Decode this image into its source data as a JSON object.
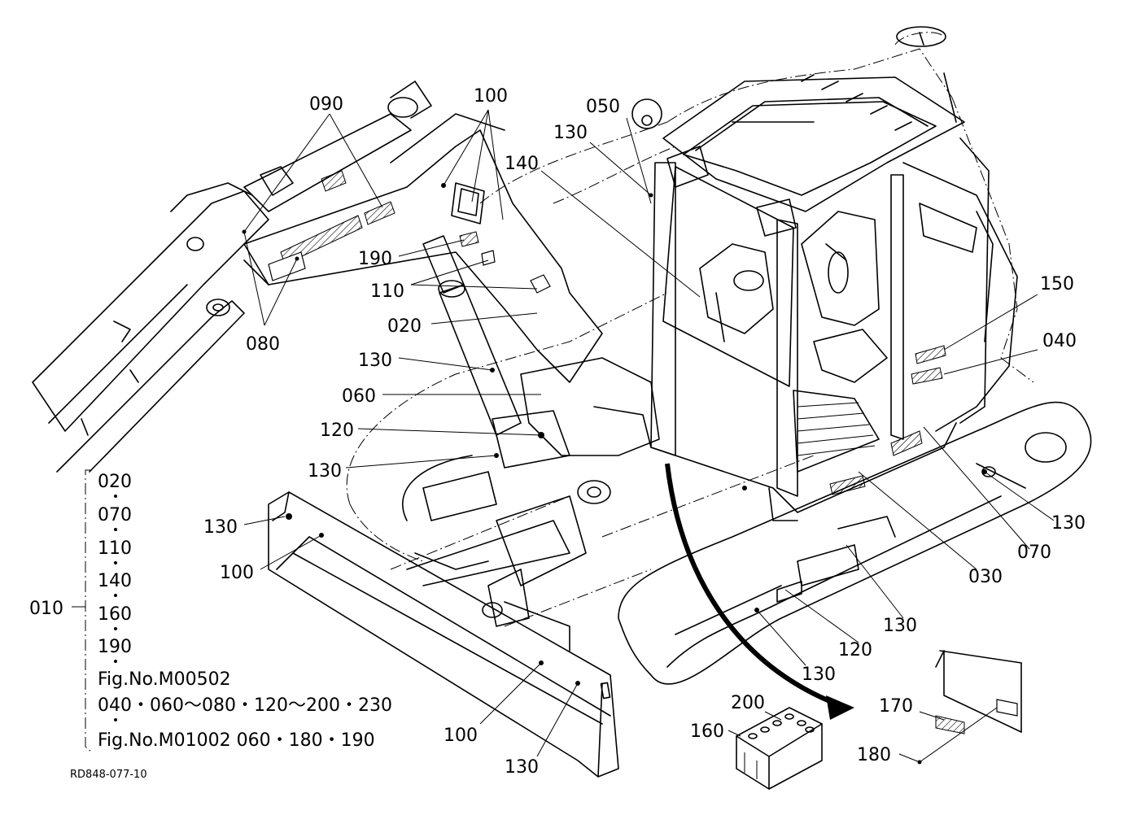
{
  "callouts": {
    "c090": "090",
    "c100_top": "100",
    "c050": "050",
    "c130_a": "130",
    "c140": "140",
    "c190": "190",
    "c110": "110",
    "c020": "020",
    "c130_b": "130",
    "c060": "060",
    "c120_a": "120",
    "c130_c": "130",
    "c080": "080",
    "c150": "150",
    "c040": "040",
    "c130_d": "130",
    "c070": "070",
    "c030": "030",
    "c130_e": "130",
    "c120_b": "120",
    "c130_f": "130",
    "c130_g": "130",
    "c100_left": "100",
    "c100_bottom": "100",
    "c130_h": "130",
    "c200": "200",
    "c160": "160",
    "c170": "170",
    "c180": "180"
  },
  "legend": {
    "group_label": "010",
    "items": [
      "020",
      "070",
      "110",
      "140",
      "160",
      "190"
    ],
    "ref1_label": "Fig.No.M00502",
    "ref1_parts": "040・060～080・120～200・230",
    "ref2_line": "Fig.No.M01002  060・180・190"
  },
  "drawing_code": "RD848-077-10"
}
